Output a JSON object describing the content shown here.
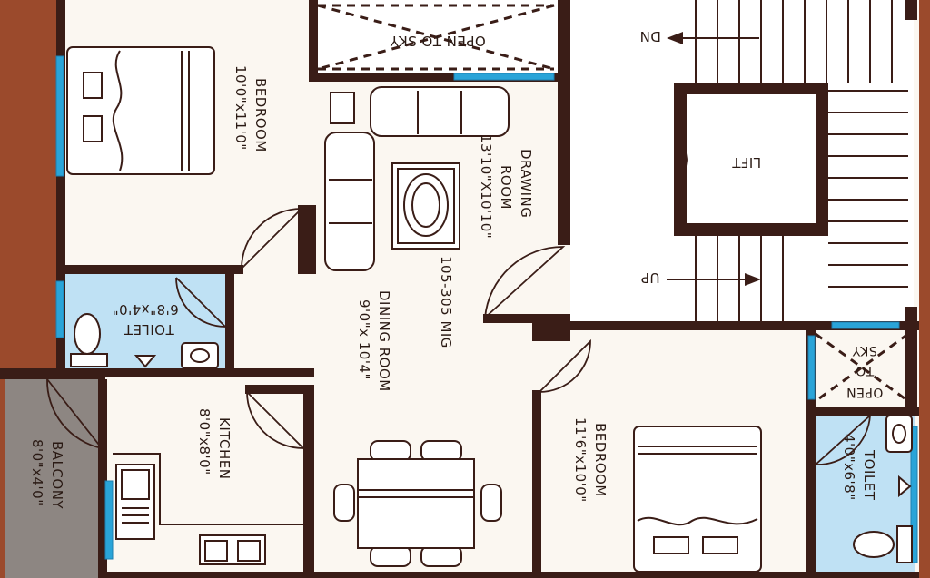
{
  "plan_code": "105-305 MIG",
  "colors": {
    "wall": "#3a1d17",
    "floor": "#fbf7f1",
    "wet_area": "#bfe1f4",
    "balcony": "#8d8682",
    "outer": "#9b4a2c",
    "window": "#2aa4d8"
  },
  "rooms": {
    "bedroom1": {
      "name": "BEDROOM",
      "size": "10'0\"x11'0\""
    },
    "drawing": {
      "name1": "DRAWING",
      "name2": "ROOM",
      "size": "13'10\"X10'10\""
    },
    "toilet1": {
      "name": "TOILET",
      "size": "6'8\"x4'0\""
    },
    "dining": {
      "name": "DINING ROOM",
      "size": "9'0\"x 10'4\""
    },
    "kitchen": {
      "name": "KITCHEN",
      "size": "8'0\"x8'0\""
    },
    "balcony": {
      "name": "BALCONY",
      "size": "8'0\"x4'0\""
    },
    "bedroom2": {
      "name": "BEDROOM",
      "size": "11'6\"x10'0\""
    },
    "toilet2": {
      "name": "TOILET",
      "size": "4'0\"x6'8\""
    }
  },
  "open_to_sky_top": "OPEN TO SKY",
  "open_to_sky_right": {
    "line1": "OPEN",
    "line2": "TO",
    "line3": "SKY"
  },
  "lift": "LIFT",
  "stair": {
    "down": "DN",
    "up": "UP"
  }
}
